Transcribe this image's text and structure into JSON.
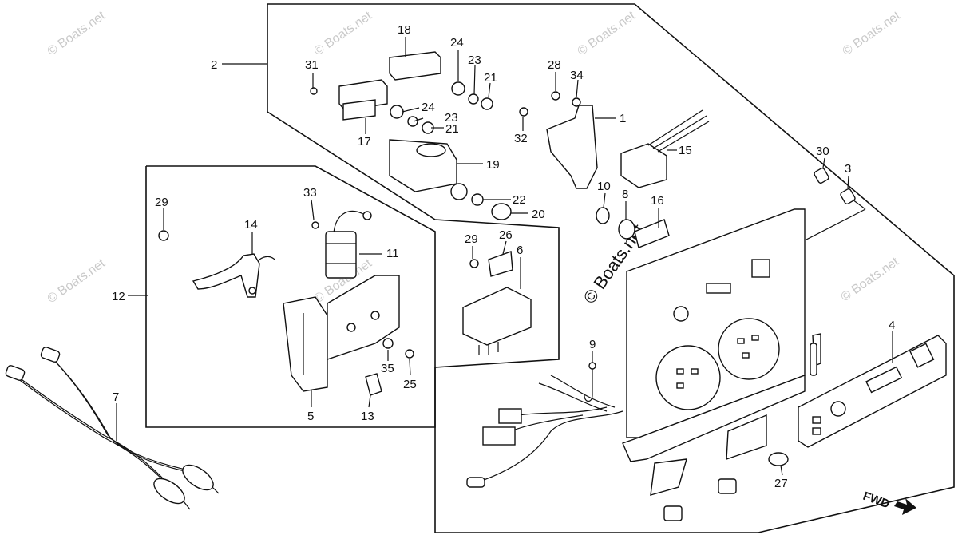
{
  "watermark": "© Boats.net",
  "fwd_label": "FWD",
  "callouts": {
    "c1": "1",
    "c2": "2",
    "c3": "3",
    "c4": "4",
    "c5": "5",
    "c6": "6",
    "c7": "7",
    "c8": "8",
    "c9": "9",
    "c10": "10",
    "c11": "11",
    "c12": "12",
    "c13": "13",
    "c14": "14",
    "c15": "15",
    "c16": "16",
    "c17": "17",
    "c18": "18",
    "c19": "19",
    "c20": "20",
    "c21a": "21",
    "c21b": "21",
    "c22": "22",
    "c23a": "23",
    "c23b": "23",
    "c24a": "24",
    "c24b": "24",
    "c25": "25",
    "c26": "26",
    "c27": "27",
    "c28": "28",
    "c29a": "29",
    "c29b": "29",
    "c30": "30",
    "c31": "31",
    "c32": "32",
    "c33": "33",
    "c34": "34",
    "c35": "35"
  }
}
